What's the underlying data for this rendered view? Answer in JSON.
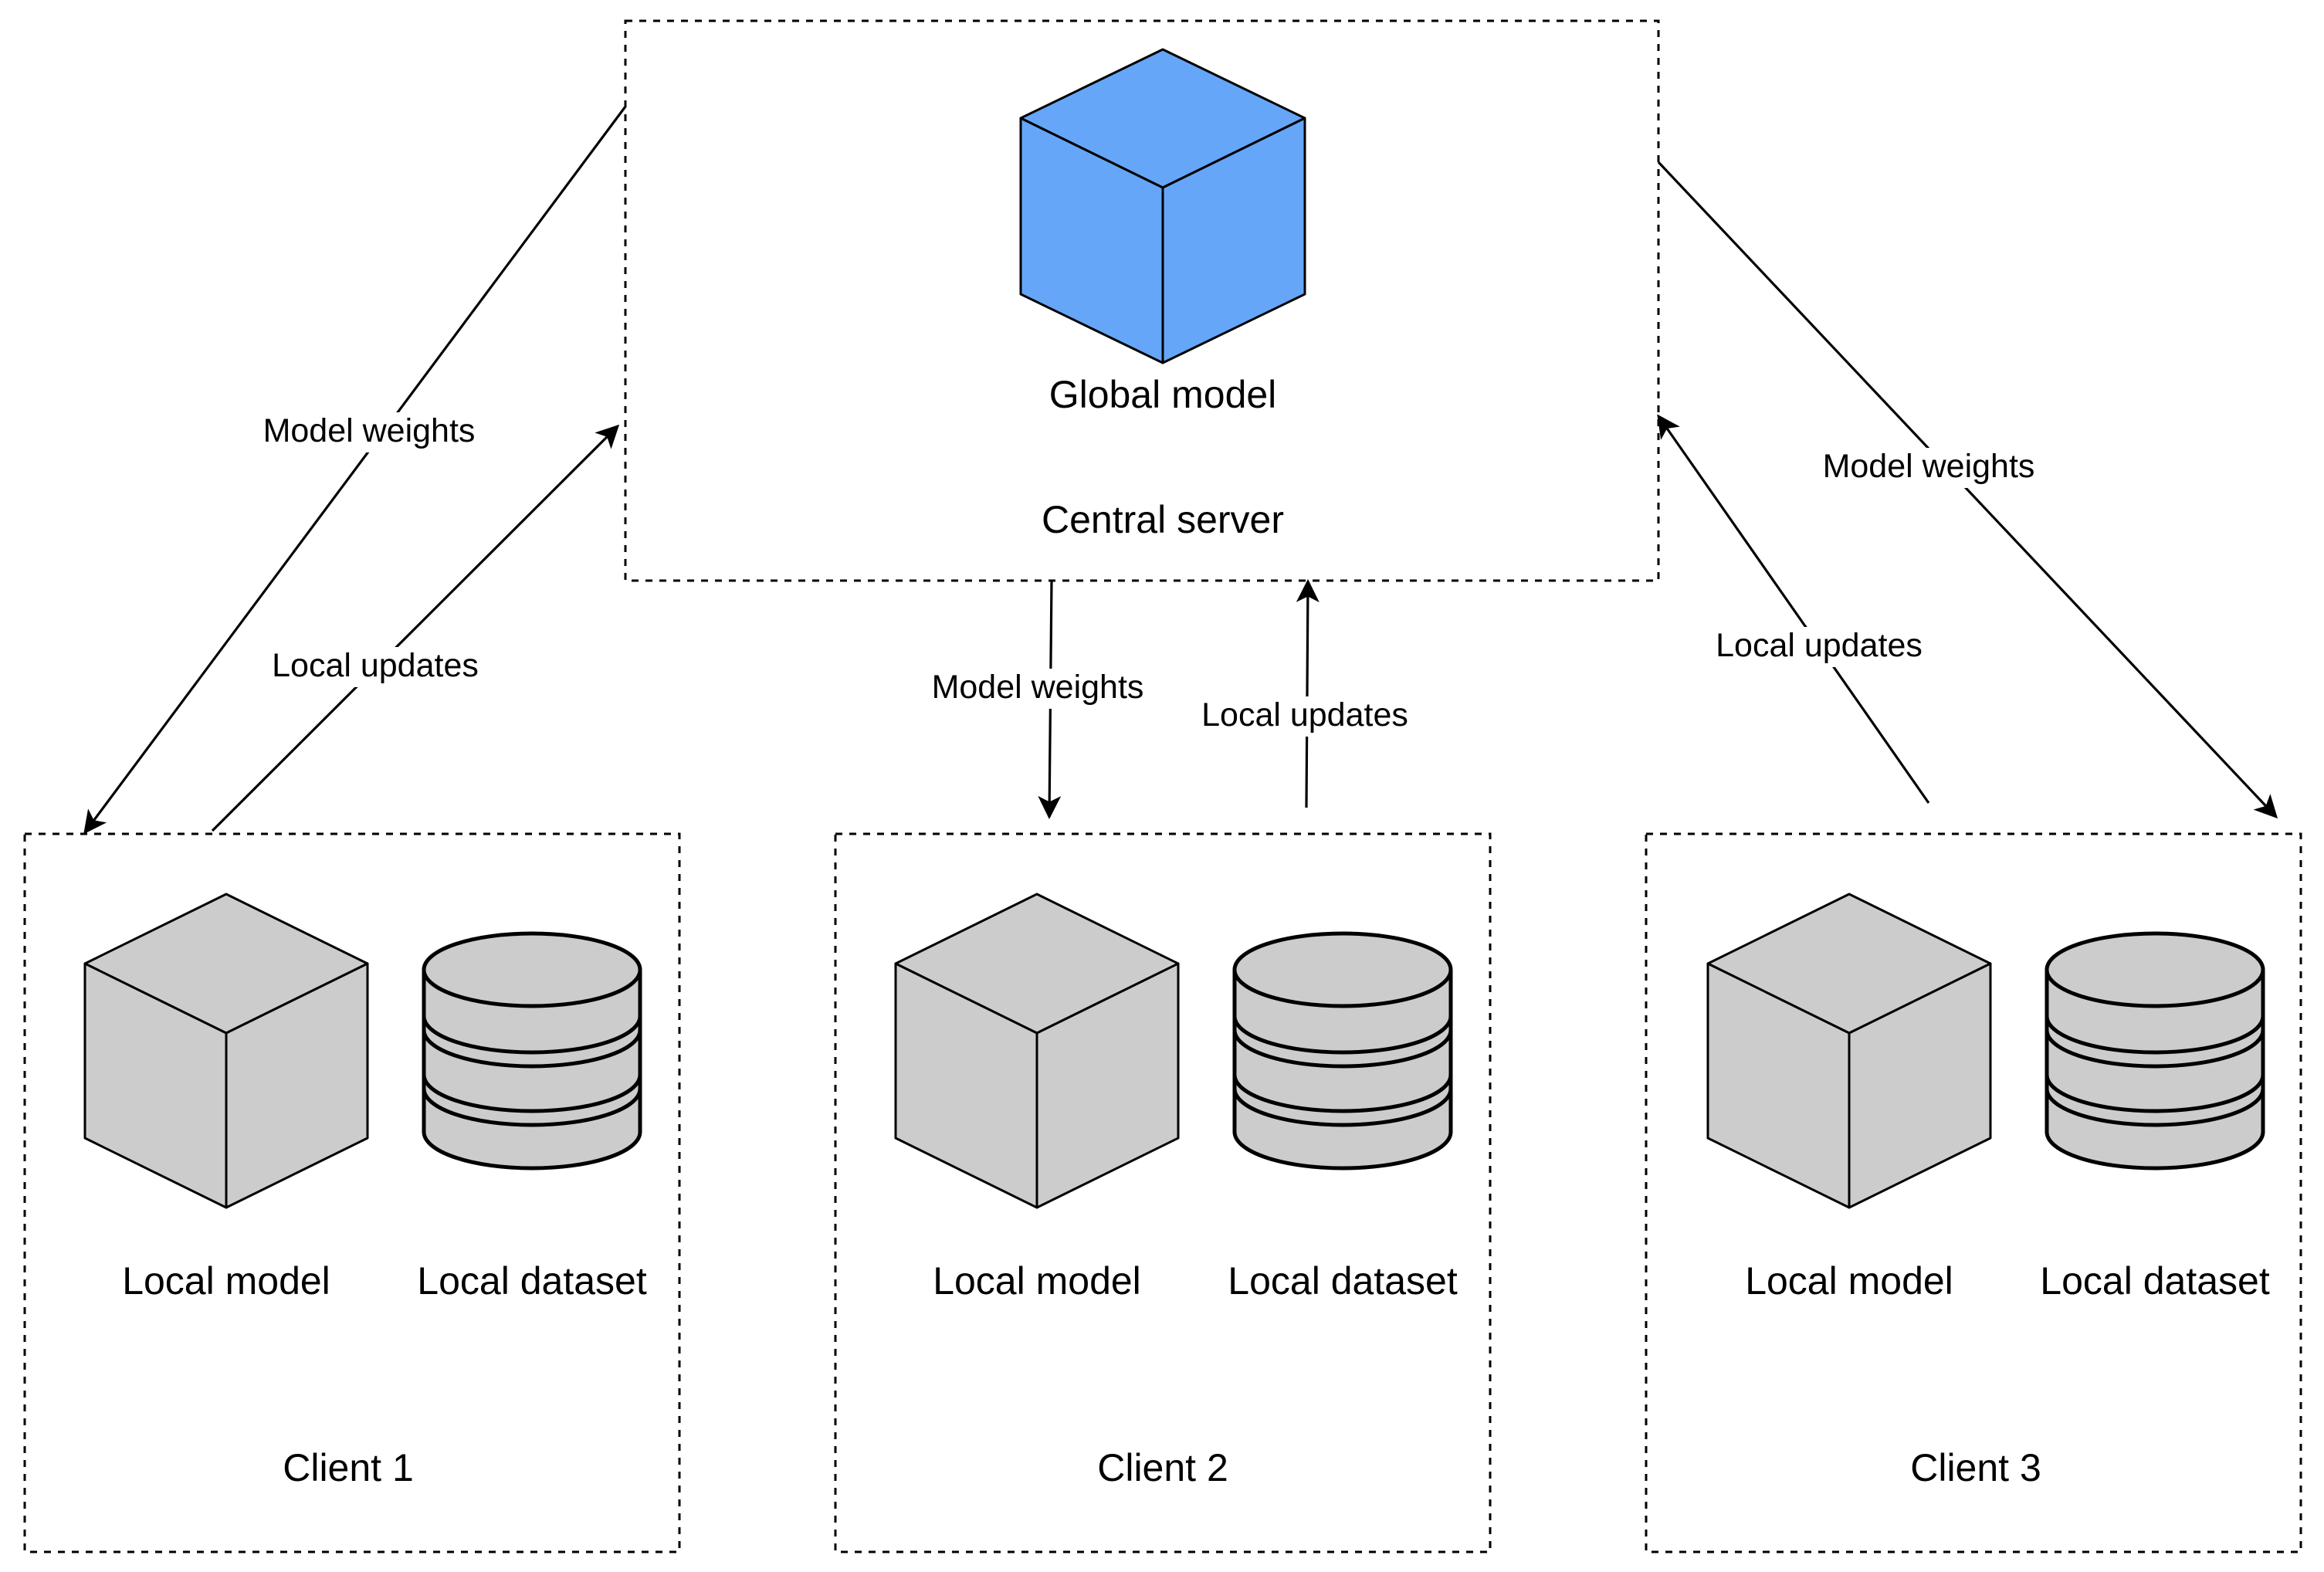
{
  "server": {
    "title": "Central server",
    "model_label": "Global model",
    "model_color": "#66a6f8"
  },
  "clients": [
    {
      "title": "Client 1",
      "model_label": "Local model",
      "dataset_label": "Local dataset"
    },
    {
      "title": "Client 2",
      "model_label": "Local model",
      "dataset_label": "Local dataset"
    },
    {
      "title": "Client 3",
      "model_label": "Local model",
      "dataset_label": "Local dataset"
    }
  ],
  "local_color": "#cccccc",
  "edge_labels": {
    "weights": "Model weights",
    "updates": "Local updates"
  }
}
